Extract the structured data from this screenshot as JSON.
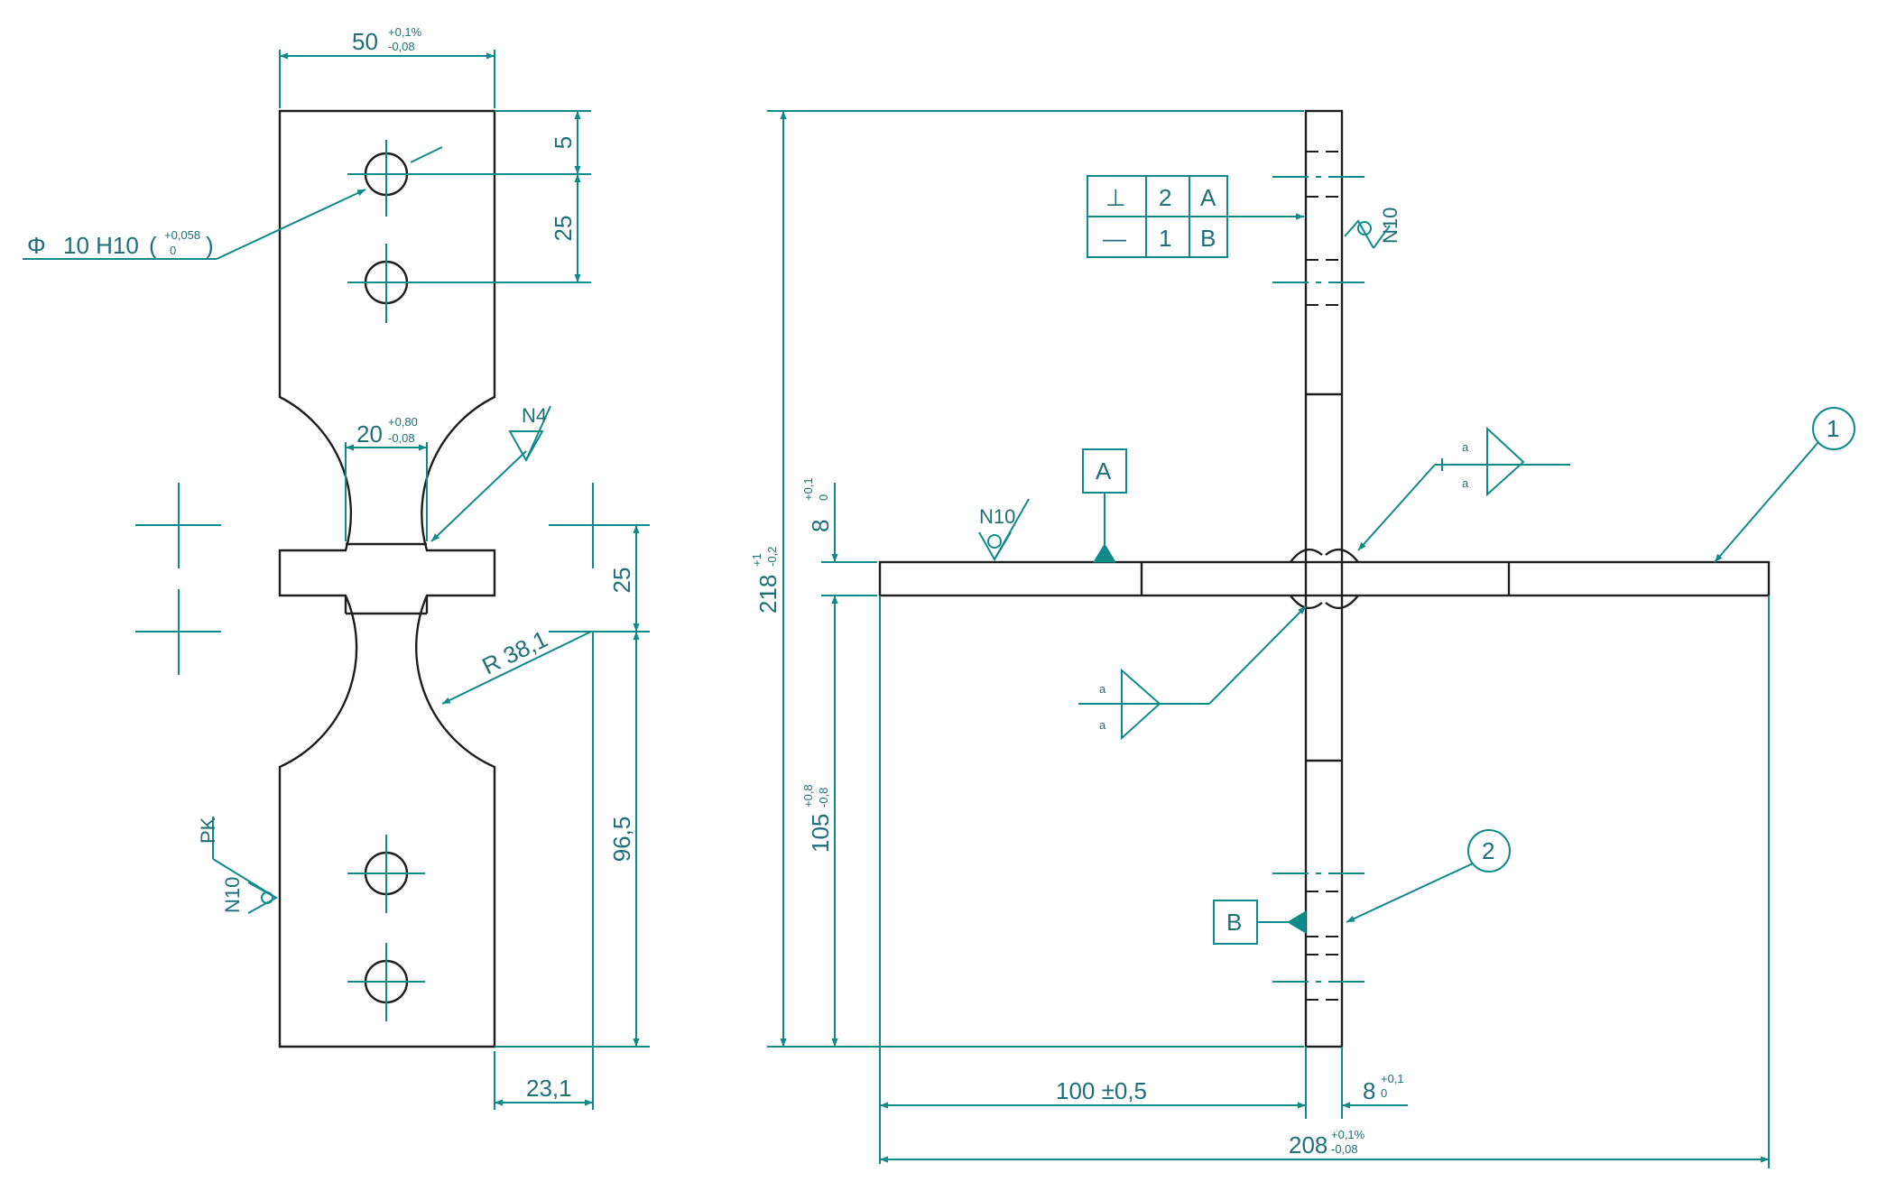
{
  "colors": {
    "outline": "#1e1e1e",
    "annotation": "#0f8a8a"
  },
  "left_view": {
    "width": {
      "value": "50",
      "tol_upper": "+0,1%",
      "tol_lower": "-0,08"
    },
    "top_offset": "5",
    "hole_spacing": "25",
    "hole_callout": {
      "symbol": "Φ",
      "text": "10 H10",
      "tol_upper": "+0,058",
      "tol_lower": "0"
    },
    "neck_width": {
      "value": "20",
      "tol_upper": "+0,80",
      "tol_lower": "-0,08"
    },
    "finish_neck": "N4",
    "flange_height": "25",
    "radius": "R 38,1",
    "lower_length": "96,5",
    "gap": "23,1",
    "finish_pk": "PK",
    "finish_side": "N10"
  },
  "right_view": {
    "height": {
      "value": "218",
      "tol_upper": "+1",
      "tol_lower": "-0,2"
    },
    "flange_thickness": {
      "value": "8",
      "tol_upper": "+0,1",
      "tol_lower": "0"
    },
    "lower_height": {
      "value": "105",
      "tol_upper": "+0,8",
      "tol_lower": "-0,8"
    },
    "fcf": [
      {
        "symbol": "⊥",
        "value": "2",
        "datum": "A"
      },
      {
        "symbol": "—",
        "value": "1",
        "datum": "B"
      }
    ],
    "finish_web": "N10",
    "finish_flange": "N10",
    "datum_a": "A",
    "datum_b": "B",
    "weld_size": "a",
    "balloon_1": "1",
    "balloon_2": "2",
    "web_offset": "100 ±0,5",
    "web_thickness": {
      "value": "8",
      "tol_upper": "+0,1",
      "tol_lower": "0"
    },
    "total_width": {
      "value": "208",
      "tol_upper": "+0,1%",
      "tol_lower": "-0,08"
    }
  }
}
